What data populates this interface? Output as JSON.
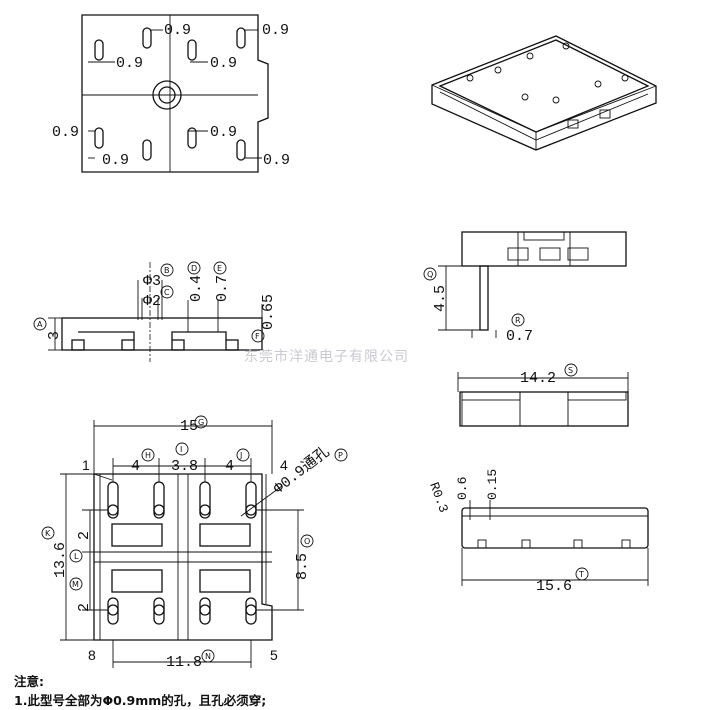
{
  "top_view": {
    "dim_labels": [
      "0.9",
      "0.9",
      "0.9",
      "0.9",
      "0.9",
      "0.9",
      "0.9",
      "0.9"
    ]
  },
  "side_view": {
    "label_phi3": "Φ3",
    "circle_b": "B",
    "label_phi2": "Φ2",
    "circle_c": "C",
    "label_d_val": "0.4",
    "circle_d": "D",
    "label_e_val": "0.7",
    "circle_e": "E",
    "label_f_val": "0.65",
    "circle_f": "F",
    "label_a_val": "3",
    "circle_a": "A"
  },
  "pin_view": {
    "label_q_val": "4.5",
    "circle_q": "Q",
    "label_r_val": "0.7",
    "circle_r": "R"
  },
  "width_view": {
    "label_s_val": "14.2",
    "circle_s": "S"
  },
  "bottom_side_view": {
    "label_r03": "R0.3",
    "label_06": "0.6",
    "label_015": "0.15",
    "label_t_val": "15.6",
    "circle_t": "T"
  },
  "bottom_view": {
    "label_g_val": "15",
    "circle_g": "G",
    "label_h_val": "4",
    "circle_h": "H",
    "label_i_val": "3.8",
    "circle_i": "I",
    "label_j_val": "4",
    "circle_j": "J",
    "label_k_val": "13.6",
    "circle_k": "K",
    "label_l_val": "2",
    "circle_l": "L",
    "label_m_val": "2",
    "circle_m": "M",
    "label_n_val": "11.8",
    "circle_n": "N",
    "label_o_val": "8.5",
    "circle_o": "O",
    "label_p_val": "Φ0.9通孔",
    "circle_p": "P",
    "pin_1": "1",
    "pin_4": "4",
    "pin_5": "5",
    "pin_8": "8"
  },
  "watermark": "东莞市洋通电子有限公司",
  "notes": {
    "heading": "注意:",
    "line1": "1.此型号全部为Φ0.9mm的孔，且孔必须穿;"
  }
}
